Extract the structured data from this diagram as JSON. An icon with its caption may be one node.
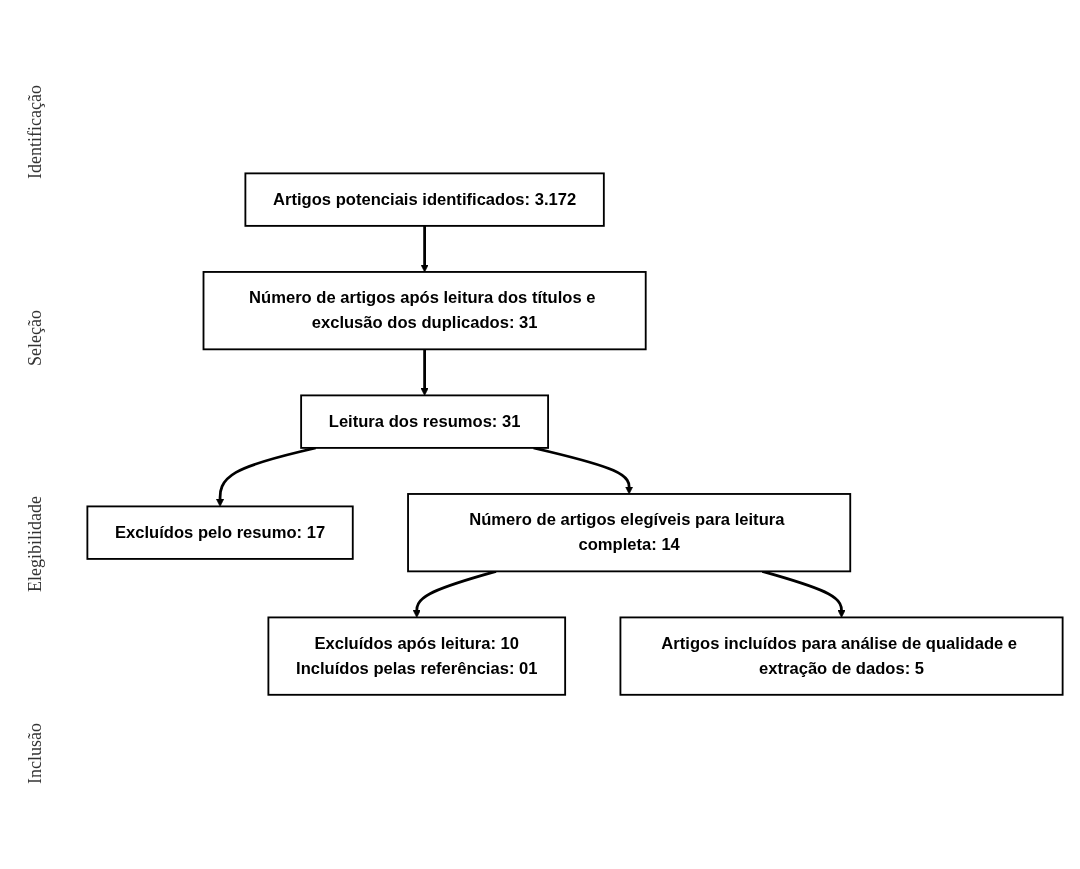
{
  "diagram": {
    "nodes": [
      {
        "text": [
          "Artigos potenciais identificados: 3.172"
        ]
      },
      {
        "text": [
          "Número de artigos após leitura dos títulos e exclusão dos duplicados: 31"
        ]
      },
      {
        "text": [
          "Leitura dos resumos: 31"
        ]
      },
      {
        "text": [
          "Excluídos pelo resumo: 17"
        ]
      },
      {
        "text": [
          "Número de artigos elegíveis para leitura completa: 14"
        ]
      },
      {
        "text": [
          "Excluídos após leitura: 10",
          "Incluídos pelas referências: 01"
        ]
      },
      {
        "text": [
          "Artigos incluídos para análise de qualidade e extração de dados: 5"
        ]
      }
    ],
    "edges": [
      {
        "from": 0,
        "to": 1,
        "arrow": "to"
      },
      {
        "from": 1,
        "to": 2,
        "arrow": "to"
      },
      {
        "from": 2,
        "to": 3,
        "arrow": "to"
      },
      {
        "from": 2,
        "to": 4,
        "arrow": "to"
      },
      {
        "from": 4,
        "to": 5,
        "arrow": "to"
      },
      {
        "from": 4,
        "to": 6,
        "arrow": "to"
      }
    ],
    "labels": [
      "Identificação",
      "Seleção",
      "Elegibilidade",
      "Inclusão"
    ]
  }
}
